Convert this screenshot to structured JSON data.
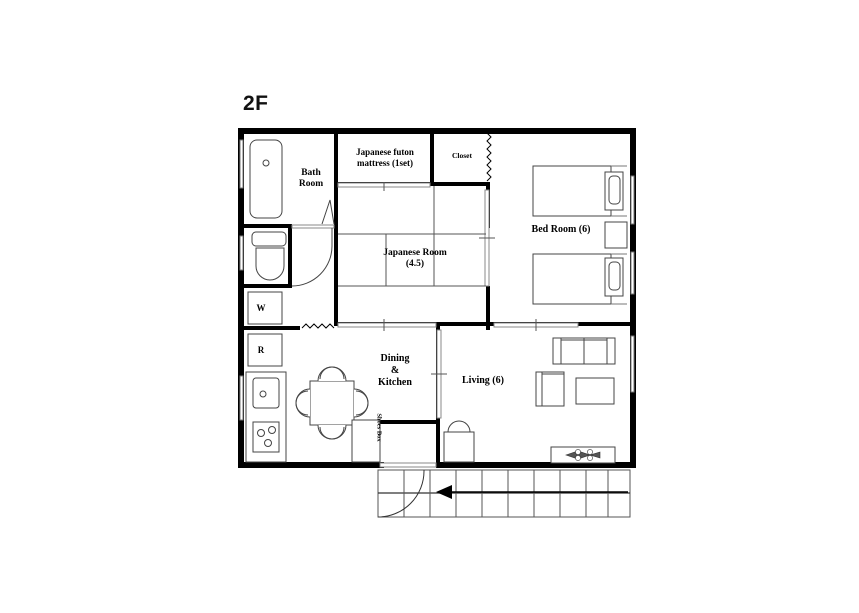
{
  "plan": {
    "title": "2F",
    "type": "floor-plan",
    "floor": "2F"
  },
  "rooms": [
    {
      "key": "bath_room",
      "label": "Bath\nRoom",
      "area_jo": null
    },
    {
      "key": "futon",
      "label": "Japanese futon\nmattress (1set)",
      "area_jo": null
    },
    {
      "key": "closet",
      "label": "Closet",
      "area_jo": null
    },
    {
      "key": "bed_room",
      "label": "Bed Room (6)",
      "area_jo": 6
    },
    {
      "key": "japanese_room",
      "label": "Japanese Room\n(4.5)",
      "area_jo": 4.5
    },
    {
      "key": "dining_kitchen",
      "label": "Dining\n&\nKitchen",
      "area_jo": null
    },
    {
      "key": "living",
      "label": "Living (6)",
      "area_jo": 6
    },
    {
      "key": "shoes_box",
      "label": "Shoes Box",
      "area_jo": null
    }
  ],
  "appliances": [
    {
      "key": "washer",
      "label": "W"
    },
    {
      "key": "refrigerator",
      "label": "R"
    }
  ],
  "fixtures": [
    "bathtub",
    "toilet",
    "kitchen-sink",
    "gas-stove",
    "bed",
    "bed",
    "nightstand",
    "sofa",
    "armchair",
    "coffee-table",
    "tv-stand",
    "dining-table",
    "dining-chair",
    "entry-door",
    "balcony",
    "stool"
  ],
  "colors": {
    "wall": "#000000",
    "furniture_line": "#333333",
    "background": "#ffffff",
    "text": "#000000"
  }
}
